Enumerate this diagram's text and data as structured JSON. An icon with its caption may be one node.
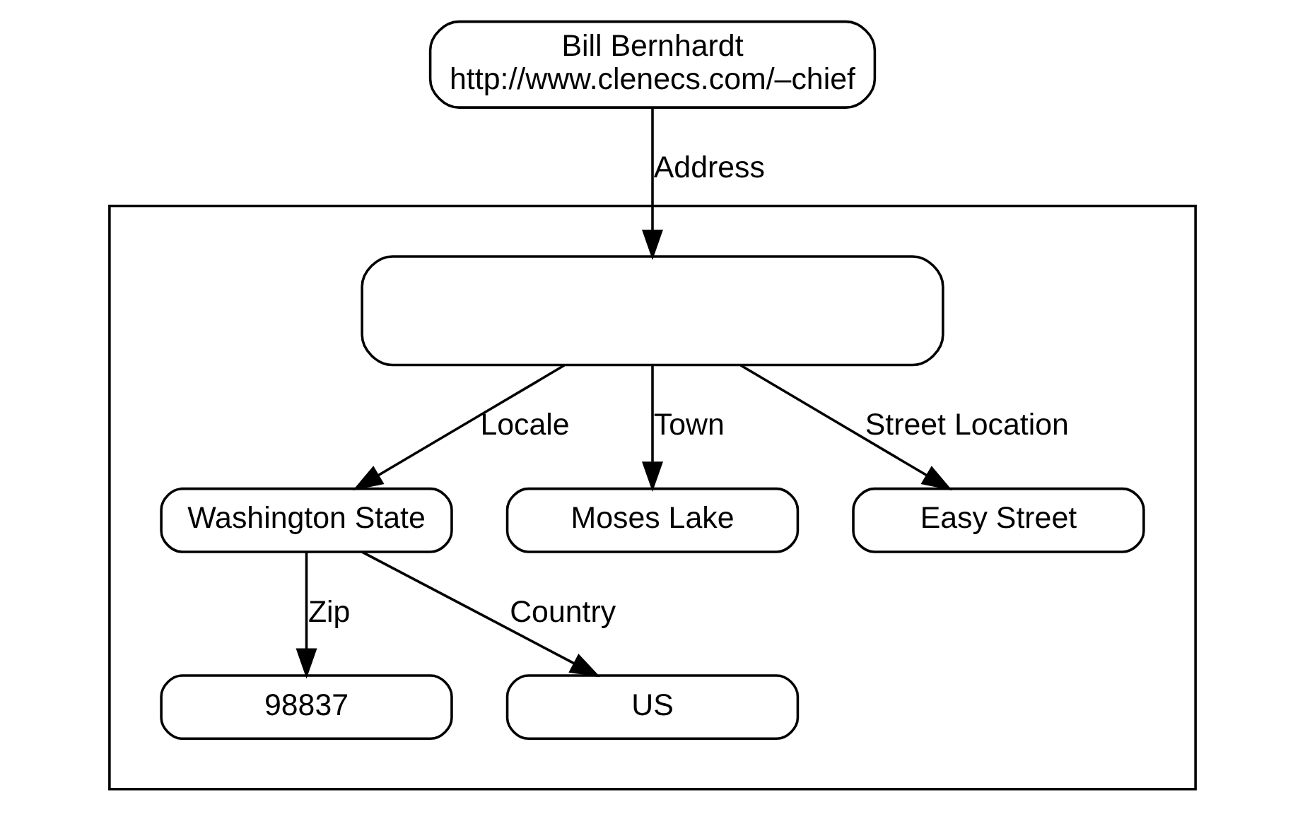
{
  "diagram": {
    "nodes": [
      {
        "text": [
          "Bill Bernhardt",
          "http://www.clenecs.com/–chief"
        ]
      },
      {
        "text": [],
        "shape": "box"
      },
      {
        "text": [],
        "shape": "box",
        "in": 1
      },
      {
        "text": [
          "Washington State"
        ],
        "in": 1
      },
      {
        "text": [
          "Moses Lake"
        ],
        "in": 1
      },
      {
        "text": [
          "Easy Street"
        ],
        "in": 1
      },
      {
        "text": [
          "98837"
        ],
        "in": 1
      },
      {
        "text": [
          "US"
        ],
        "in": 1
      }
    ],
    "edges": [
      {
        "from": 0,
        "to": 2,
        "arrow": "to",
        "label": "Address"
      },
      {
        "from": 2,
        "to": 3,
        "arrow": "to",
        "label": "Locale"
      },
      {
        "from": 2,
        "to": 4,
        "arrow": "to",
        "label": "Town"
      },
      {
        "from": 2,
        "to": 5,
        "arrow": "to",
        "label": "Street Location"
      },
      {
        "from": 3,
        "to": 6,
        "arrow": "to",
        "label": "Zip"
      },
      {
        "from": 3,
        "to": 7,
        "arrow": "to",
        "label": "Country"
      }
    ]
  }
}
